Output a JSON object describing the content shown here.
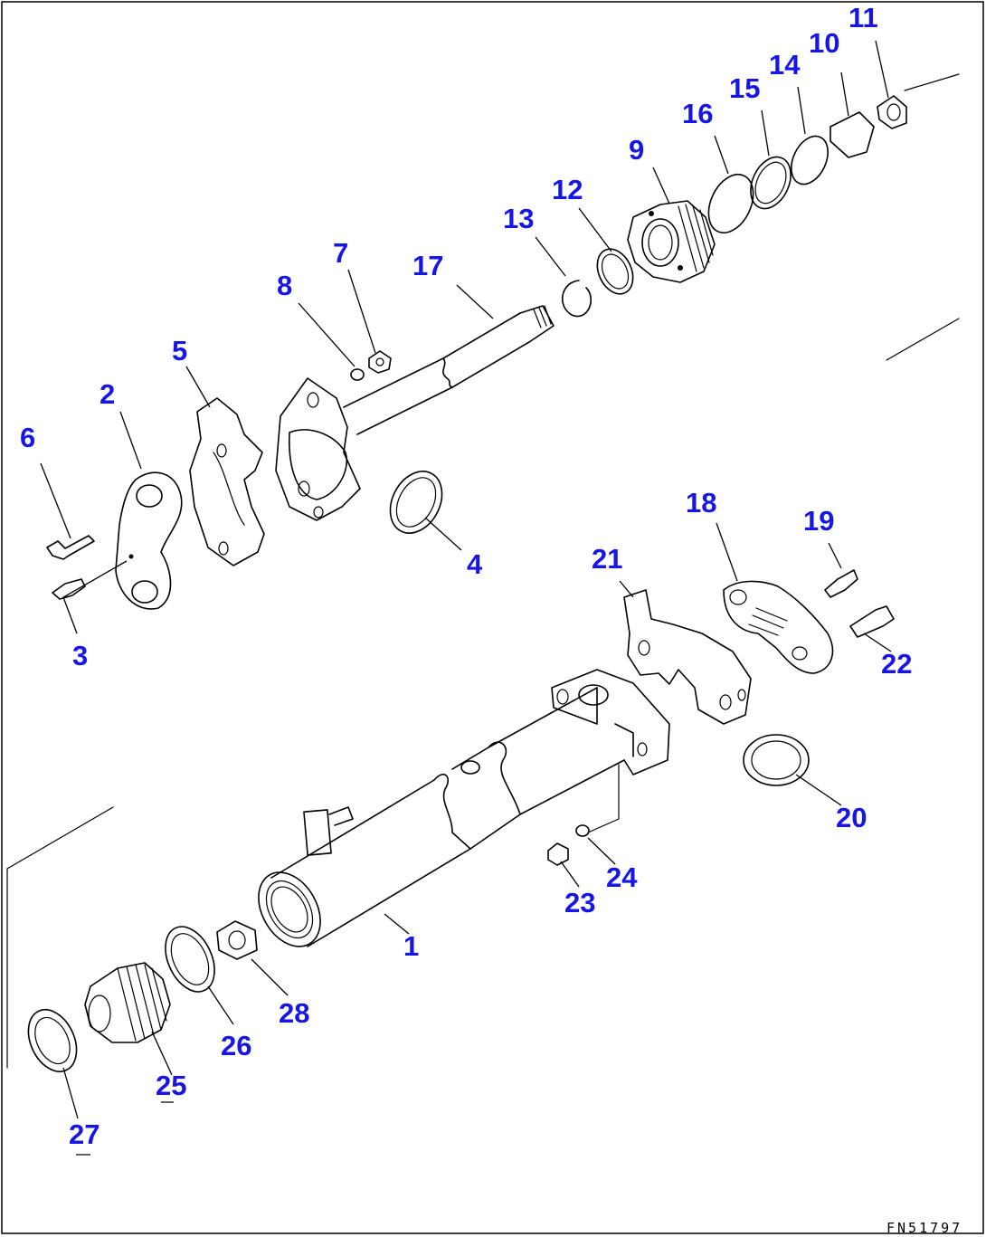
{
  "drawing_code": "FN51797",
  "callout_color": "#1616e6",
  "line_color": "#000000",
  "callouts": [
    {
      "id": "c1",
      "label": "1"
    },
    {
      "id": "c2",
      "label": "2"
    },
    {
      "id": "c3",
      "label": "3"
    },
    {
      "id": "c4",
      "label": "4"
    },
    {
      "id": "c5",
      "label": "5"
    },
    {
      "id": "c6",
      "label": "6"
    },
    {
      "id": "c7",
      "label": "7"
    },
    {
      "id": "c8",
      "label": "8"
    },
    {
      "id": "c9",
      "label": "9"
    },
    {
      "id": "c10",
      "label": "10"
    },
    {
      "id": "c11",
      "label": "11"
    },
    {
      "id": "c12",
      "label": "12"
    },
    {
      "id": "c13",
      "label": "13"
    },
    {
      "id": "c14",
      "label": "14"
    },
    {
      "id": "c15",
      "label": "15"
    },
    {
      "id": "c16",
      "label": "16"
    },
    {
      "id": "c17",
      "label": "17"
    },
    {
      "id": "c18",
      "label": "18"
    },
    {
      "id": "c19",
      "label": "19"
    },
    {
      "id": "c20",
      "label": "20"
    },
    {
      "id": "c21",
      "label": "21"
    },
    {
      "id": "c22",
      "label": "22"
    },
    {
      "id": "c23",
      "label": "23"
    },
    {
      "id": "c24",
      "label": "24"
    },
    {
      "id": "c25",
      "label": "25"
    },
    {
      "id": "c26",
      "label": "26"
    },
    {
      "id": "c27",
      "label": "27"
    },
    {
      "id": "c28",
      "label": "28"
    }
  ]
}
